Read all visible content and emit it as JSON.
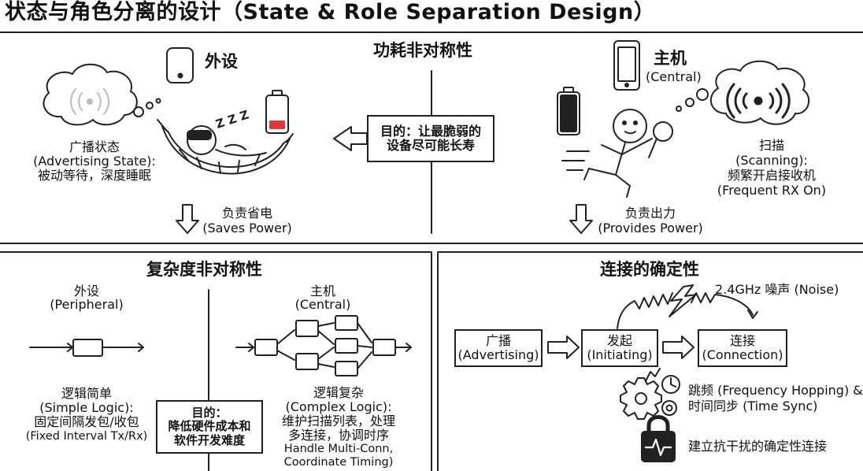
{
  "title": "状态与角色分离的设计（State & Role Separation Design）",
  "power": {
    "heading": "功耗非对称性",
    "peripheral": {
      "label": "外设",
      "state_cn": "广播状态",
      "state_en": "(Advertising State):",
      "state_desc": "被动等待，深度睡眠",
      "result_cn": "负责省电",
      "result_en": "(Saves Power)",
      "battery_color": "#e03a3a"
    },
    "goal": {
      "line1": "目的：让最脆弱的",
      "line2": "设备尽可能长寿"
    },
    "central": {
      "label_cn": "主机",
      "label_en": "(Central)",
      "state_cn": "扫描",
      "state_en": "(Scanning):",
      "state_desc_cn": "频繁开启接收机",
      "state_desc_en": "(Frequent RX On)",
      "result_cn": "负责出力",
      "result_en": "(Provides Power)"
    },
    "sleep_text": "Z Z Z"
  },
  "complexity": {
    "heading": "复杂度非对称性",
    "peripheral": {
      "label_cn": "外设",
      "label_en": "(Peripheral)",
      "logic_cn": "逻辑简单",
      "logic_en": "(Simple Logic):",
      "desc_cn": "固定间隔发包/收包",
      "desc_en": "(Fixed Interval Tx/Rx)"
    },
    "goal": {
      "line1": "目的：",
      "line2": "降低硬件成本和",
      "line3": "软件开发难度"
    },
    "central": {
      "label_cn": "主机",
      "label_en": "(Central)",
      "logic_cn": "逻辑复杂",
      "logic_en": "(Complex Logic):",
      "desc1": "维护扫描列表，处理",
      "desc2": "多连接，协调时序",
      "desc3": "Handle Multi-Conn,",
      "desc4": "Coordinate Timing)"
    }
  },
  "determinism": {
    "heading": "连接的确定性",
    "noise": "2.4GHz 噪声 (Noise)",
    "steps": [
      {
        "cn": "广播",
        "en": "(Advertising)"
      },
      {
        "cn": "发起",
        "en": "(Initiating)"
      },
      {
        "cn": "连接",
        "en": "(Connection)"
      }
    ],
    "feature1": "跳频 (Frequency Hopping) &",
    "feature2": "时间同步 (Time Sync)",
    "feature3": "建立抗干扰的确定性连接"
  }
}
